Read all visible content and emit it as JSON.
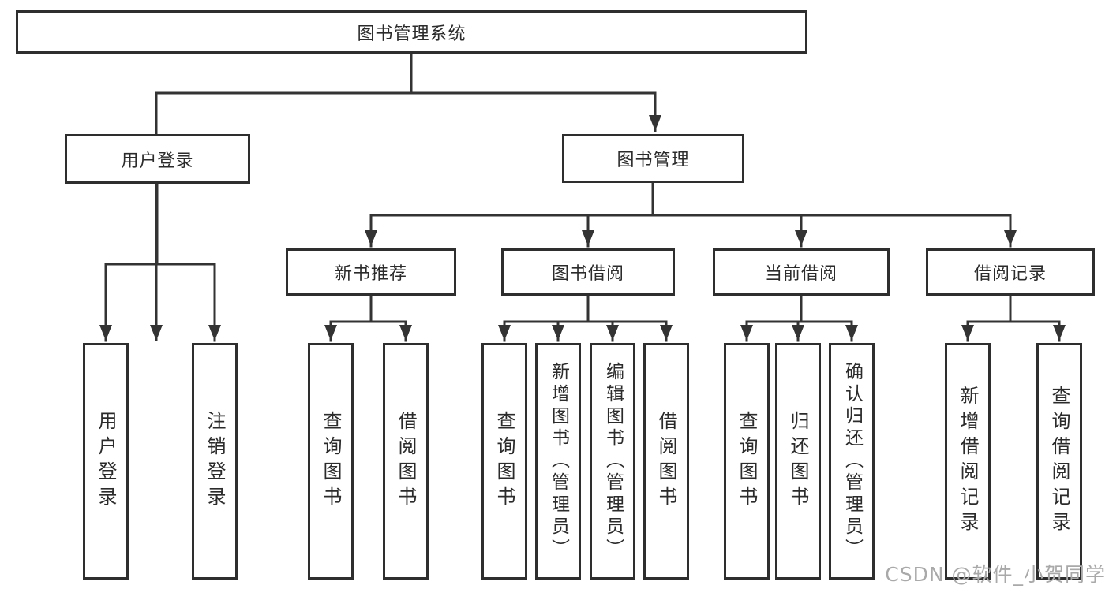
{
  "diagram": {
    "type": "hierarchy-tree",
    "colors": {
      "line": "#333333",
      "box_border": "#2e2e2e",
      "text": "#2b2b2b",
      "background": "#ffffff",
      "watermark": "#a9a9a9"
    },
    "watermark": "CSDN @软件_小贺同学",
    "nodes": {
      "root": "图书管理系统",
      "user_login": "用户登录",
      "book_management": "图书管理",
      "new_book_recommend": "新书推荐",
      "book_borrow": "图书借阅",
      "current_borrow": "当前借阅",
      "borrow_records": "借阅记录",
      "leaves": [
        "用户登录",
        "注销登录",
        "查询图书",
        "借阅图书",
        "查询图书",
        "新增图书（管理员）",
        "编辑图书（管理员）",
        "借阅图书",
        "查询图书",
        "归还图书",
        "确认归还（管理员）",
        "新增借阅记录",
        "查询借阅记录"
      ]
    },
    "tree": {
      "label": "图书管理系统",
      "children": [
        {
          "label": "用户登录",
          "children": [
            "用户登录",
            "注销登录"
          ]
        },
        {
          "label": "图书管理",
          "children": [
            {
              "label": "新书推荐",
              "children": [
                "查询图书",
                "借阅图书"
              ]
            },
            {
              "label": "图书借阅",
              "children": [
                "查询图书",
                "新增图书（管理员）",
                "编辑图书（管理员）",
                "借阅图书"
              ]
            },
            {
              "label": "当前借阅",
              "children": [
                "查询图书",
                "归还图书",
                "确认归还（管理员）"
              ]
            },
            {
              "label": "借阅记录",
              "children": [
                "新增借阅记录",
                "查询借阅记录"
              ]
            }
          ]
        }
      ]
    }
  }
}
